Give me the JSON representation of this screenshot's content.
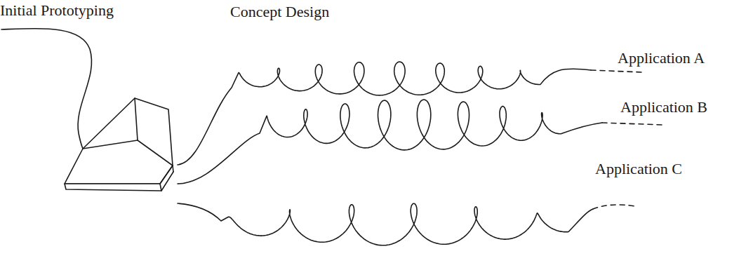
{
  "diagram": {
    "labels": [
      "Initial Prototyping",
      "Concept Design",
      "Application A",
      "Application B",
      "Application C"
    ]
  }
}
